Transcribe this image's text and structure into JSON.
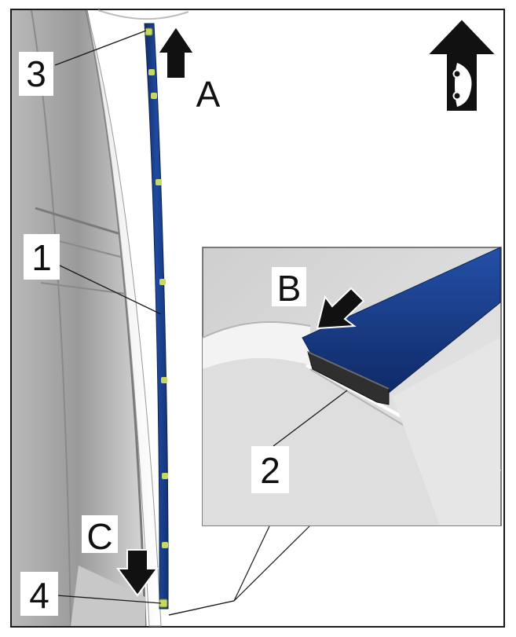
{
  "figure": {
    "callouts": {
      "c1": "1",
      "c2": "2",
      "c3": "3",
      "c4": "4"
    },
    "arrow_labels": {
      "a": "A",
      "b": "B",
      "c": "C"
    },
    "icons": {
      "direction_indicator": "vehicle-forward-direction-icon",
      "push_arrow": "push-direction-arrow-icon"
    },
    "colors": {
      "trim_strip": "#1c3f8c",
      "clip": "#c7d860",
      "frame": "#1a1a1a",
      "inset_border": "#555555"
    }
  }
}
